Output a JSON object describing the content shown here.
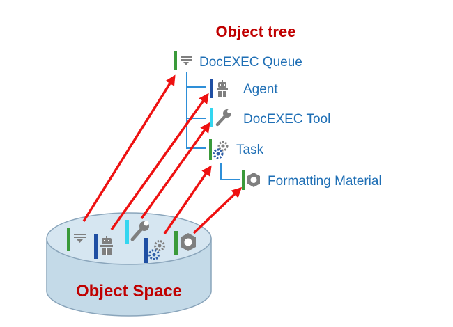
{
  "diagram": {
    "title": "Object tree",
    "space_label": "Object Space",
    "colors": {
      "title": "#c00000",
      "tree_text": "#1f6fb5",
      "connector": "#2e8fd8",
      "arrow": "#ee1111",
      "cylinder_fill": "#c4dae8",
      "cylinder_top": "#d6e6f1",
      "cylinder_stroke": "#8aa5bb",
      "space_label": "#c00000",
      "icon_gray": "#7f7f7f"
    },
    "nodes": [
      {
        "label": "DocEXEC Queue",
        "icon": "queue-icon",
        "bar_color": "#3a9a3a"
      },
      {
        "label": "Agent",
        "icon": "robot-icon",
        "bar_color": "#1f4fa3"
      },
      {
        "label": "DocEXEC Tool",
        "icon": "wrench-icon",
        "bar_color": "#33d6f0"
      },
      {
        "label": "Task",
        "icon": "gears-icon",
        "bar_color": "#3a9a3a"
      },
      {
        "label": "Formatting Material",
        "icon": "hexnut-icon",
        "bar_color": "#3a9a3a"
      }
    ],
    "space_icons": [
      {
        "icon": "queue-icon",
        "bar_color": "#3a9a3a"
      },
      {
        "icon": "robot-icon",
        "bar_color": "#1f4fa3"
      },
      {
        "icon": "wrench-icon",
        "bar_color": "#33d6f0"
      },
      {
        "icon": "gears-icon",
        "bar_color": "#1f4fa3"
      },
      {
        "icon": "hexnut-icon",
        "bar_color": "#3a9a3a"
      }
    ]
  }
}
